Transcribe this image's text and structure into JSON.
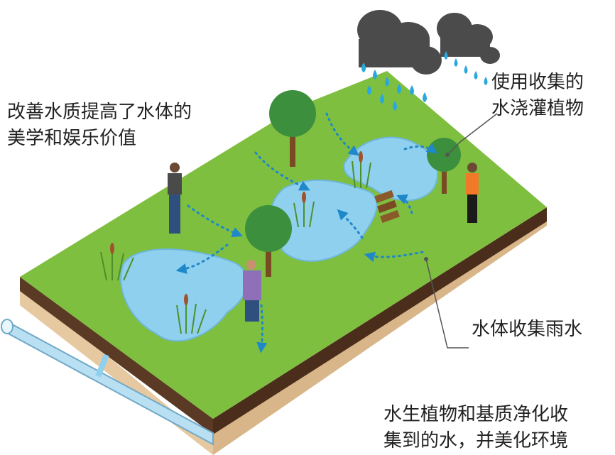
{
  "annotations": {
    "aesthetic": [
      "改善水质提高了水体的",
      "美学和娱乐价值"
    ],
    "irrigate": [
      "使用收集的",
      "水浇灌植物"
    ],
    "collect": [
      "水体收集雨水"
    ],
    "purify": [
      "水生植物和基质净化收",
      "集到的水，并美化环境"
    ]
  },
  "colors": {
    "grass": "#7fbf3f",
    "water": "#8fd0ee",
    "soil": "#5a3a24",
    "substrate": "#e9cfa8",
    "cloud": "#4b4b4b",
    "rain": "#29a8df",
    "tree": "#3c8f3c",
    "arrow": "#1e88c9"
  }
}
